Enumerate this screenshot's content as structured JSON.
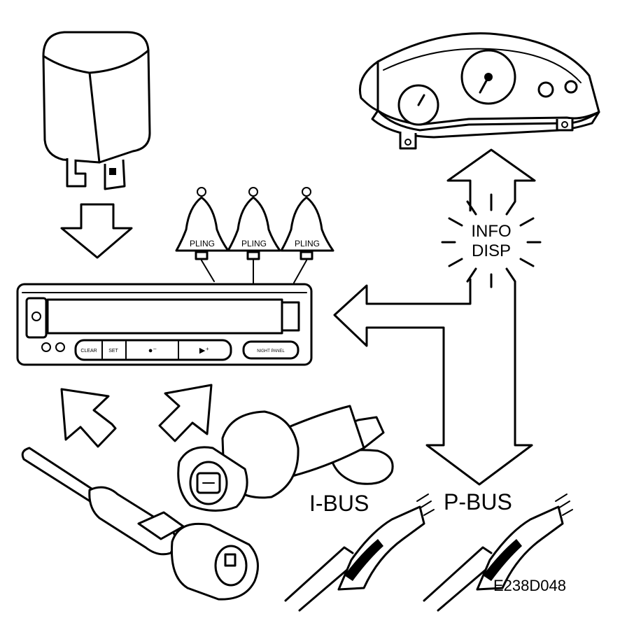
{
  "labels": {
    "bell": "PLING",
    "info_display": [
      "INFO",
      "DISP"
    ],
    "i_bus": "I-BUS",
    "p_bus": "P-BUS",
    "reference": "E238D048"
  },
  "panel_buttons": {
    "clear": "CLEAR",
    "set": "SET",
    "minus": "●⁻",
    "plus": "▶⁺",
    "night_panel": "NIGHT PANEL"
  }
}
